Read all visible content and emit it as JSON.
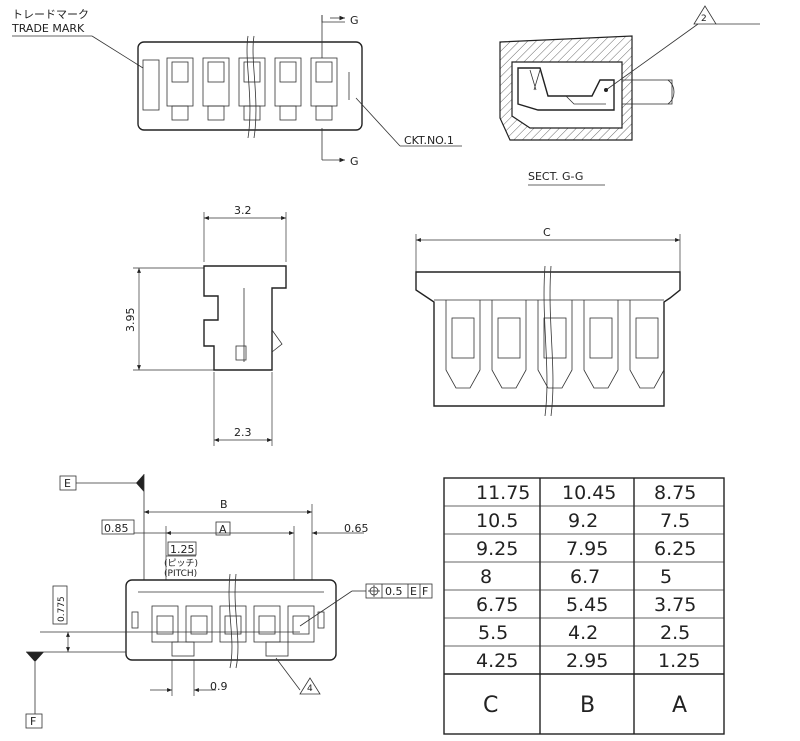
{
  "labels": {
    "trade_mark_jp": "トレードマーク",
    "trade_mark_en": "TRADE MARK",
    "section_marker": "G",
    "ckt_no": "CKT.NO.1",
    "section_title": "SECT. G-G",
    "note_2": "2",
    "note_4": "4",
    "datum_e": "E",
    "datum_f": "F",
    "pitch_jp": "(ピッチ)",
    "pitch_en": "(PITCH)"
  },
  "dimensions": {
    "width_top": "3.2",
    "height_side": "3.95",
    "width_bottom": "2.3",
    "c": "C",
    "b": "B",
    "a": "A",
    "d_085": "0.85",
    "d_065": "0.65",
    "pitch": "1.25",
    "d_0775": "0.775",
    "d_09": "0.9",
    "tolerance_value": "0.5",
    "tolerance_e": "E",
    "tolerance_f": "F"
  },
  "table": {
    "headers": [
      "C",
      "B",
      "A"
    ],
    "rows": [
      [
        "11.75",
        "10.45",
        "8.75"
      ],
      [
        "10.5",
        "9.2",
        "7.5"
      ],
      [
        "9.25",
        "7.95",
        "6.25"
      ],
      [
        "8",
        "6.7",
        "5"
      ],
      [
        "6.75",
        "5.45",
        "3.75"
      ],
      [
        "5.5",
        "4.2",
        "2.5"
      ],
      [
        "4.25",
        "2.95",
        "1.25"
      ]
    ]
  }
}
